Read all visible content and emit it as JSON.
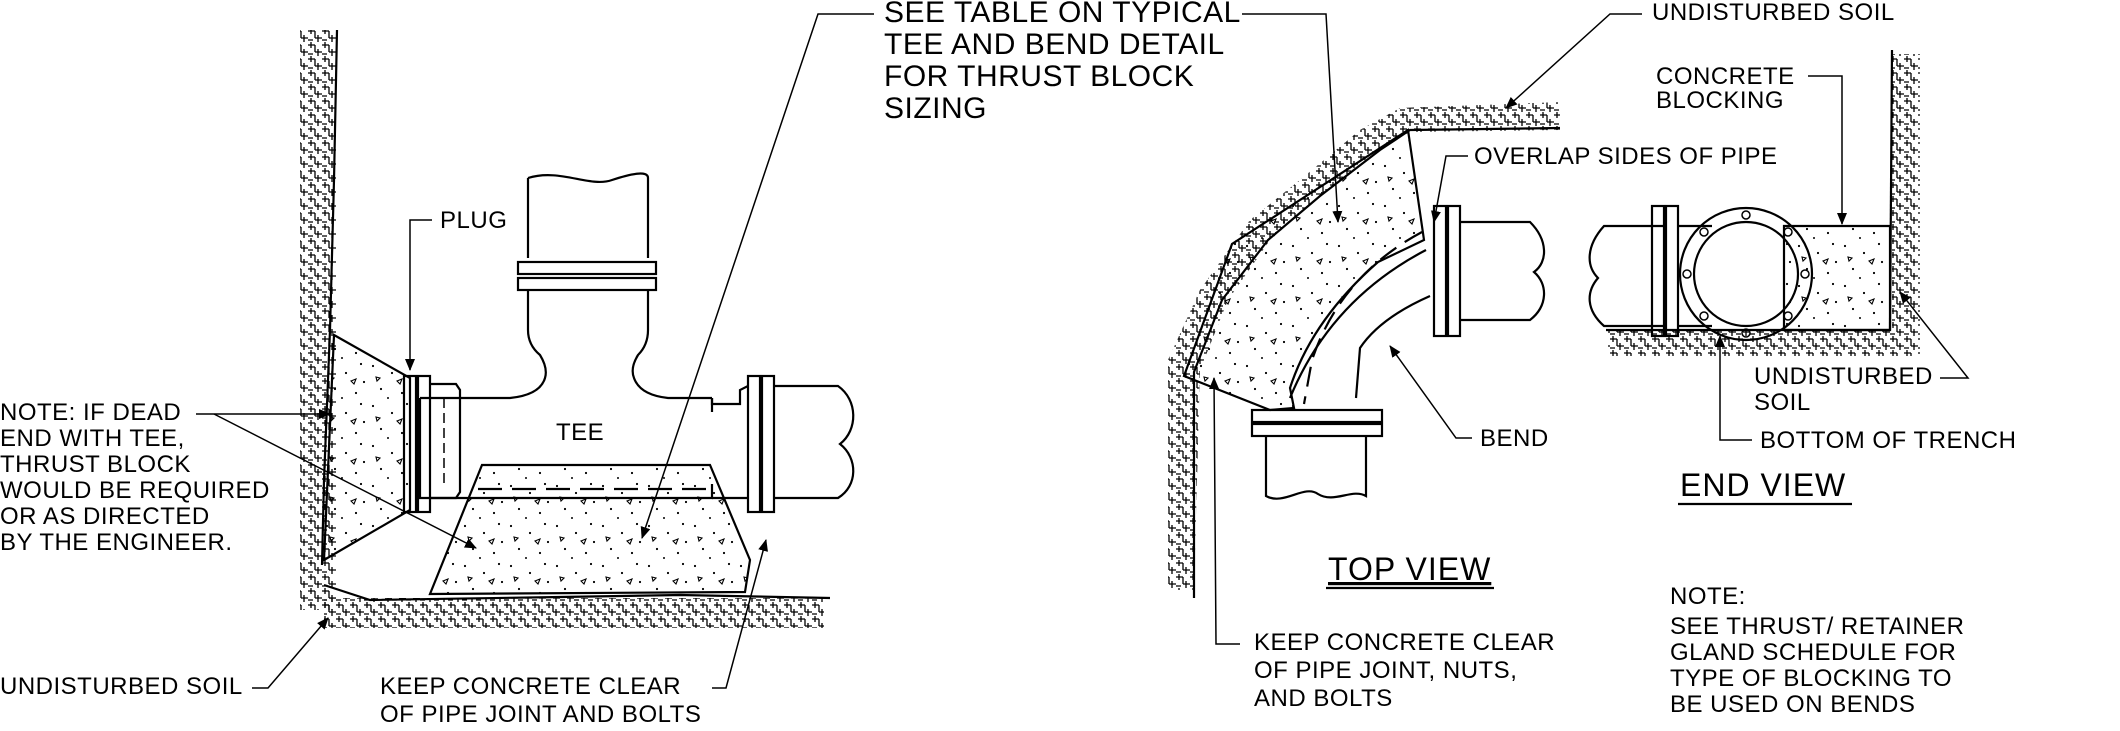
{
  "tee_detail": {
    "note_lines": [
      "NOTE: IF DEAD",
      "END WITH TEE,",
      "THRUST BLOCK",
      "WOULD BE REQUIRED",
      "OR AS DIRECTED",
      "BY THE ENGINEER."
    ],
    "plug_label": "PLUG",
    "tee_label": "TEE",
    "undisturbed_soil_label": "UNDISTURBED SOIL",
    "keep_clear_lines": [
      "KEEP CONCRETE CLEAR",
      "OF PIPE JOINT AND BOLTS"
    ]
  },
  "see_table_lines": [
    "SEE TABLE ON TYPICAL",
    "TEE AND BEND DETAIL",
    "FOR THRUST BLOCK",
    "SIZING"
  ],
  "top_view": {
    "title": "TOP VIEW",
    "undisturbed_soil_label": "UNDISTURBED SOIL",
    "overlap_label": "OVERLAP SIDES OF PIPE",
    "bend_label": "BEND",
    "keep_clear_lines": [
      "KEEP CONCRETE CLEAR",
      "OF PIPE JOINT, NUTS,",
      "AND BOLTS"
    ]
  },
  "end_view": {
    "title": "END VIEW",
    "concrete_blocking_lines": [
      "CONCRETE",
      "BLOCKING"
    ],
    "undisturbed_soil_lines": [
      "UNDISTURBED",
      "SOIL"
    ],
    "bottom_label": "BOTTOM OF TRENCH",
    "note_lines": [
      "NOTE:",
      "SEE THRUST/ RETAINER",
      "GLAND SCHEDULE FOR",
      "TYPE OF BLOCKING TO",
      "BE USED ON BENDS"
    ]
  }
}
